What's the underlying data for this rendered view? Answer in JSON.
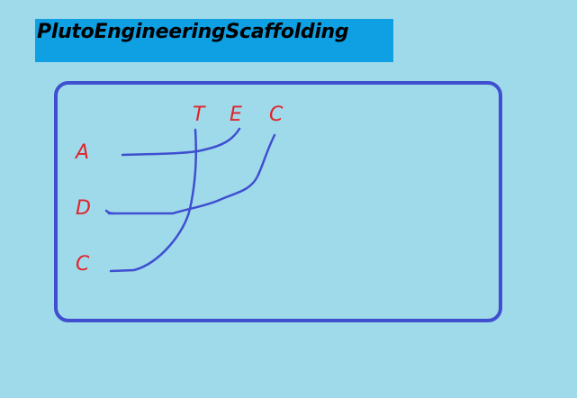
{
  "title": "PlutoEngineeringScaffolding",
  "colors": {
    "background": "#9fdaeb",
    "banner": "#0fa0e4",
    "frame": "#3f4fcf",
    "wire": "#3f4fcf",
    "label": "#e0242a"
  },
  "diagram": {
    "top_labels": [
      "T",
      "E",
      "C"
    ],
    "left_labels": [
      "A",
      "D",
      "C"
    ]
  }
}
